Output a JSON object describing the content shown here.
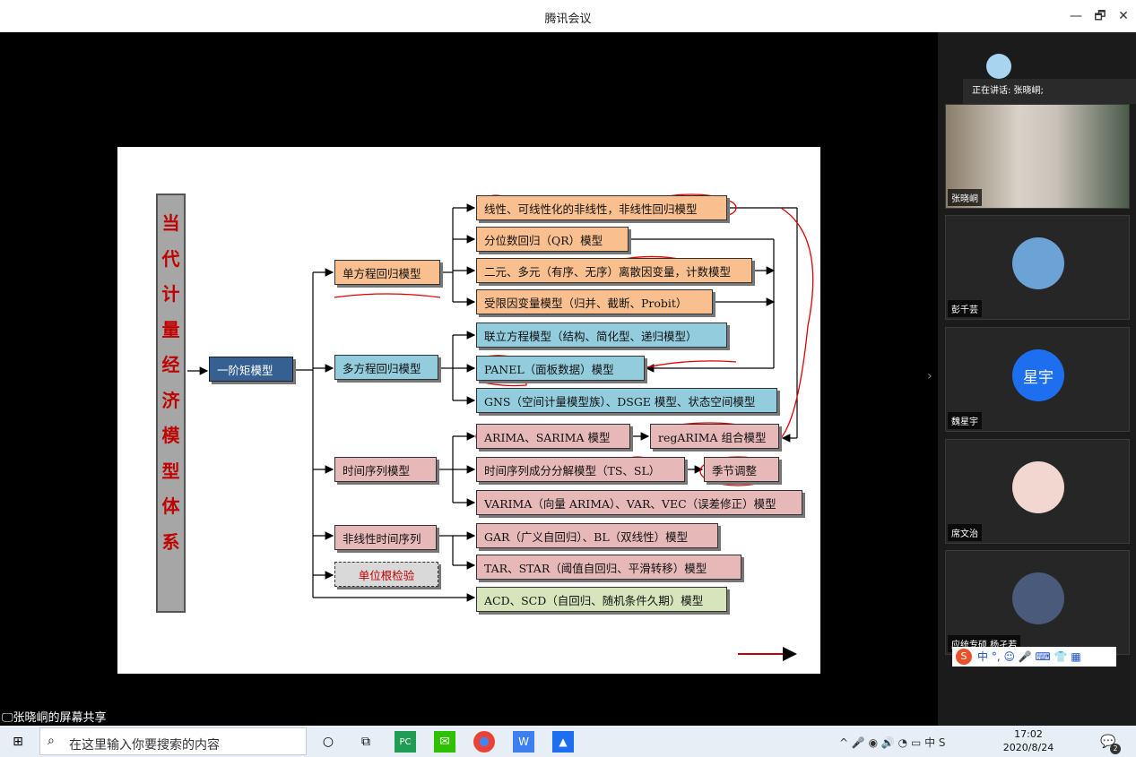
{
  "window": {
    "title": "腾讯会议",
    "minimize": "—",
    "restore": "🗗",
    "close": "✕"
  },
  "slide": {
    "vertical_title": [
      "当",
      "代",
      "计",
      "量",
      "经",
      "济",
      "模",
      "型",
      "体",
      "系"
    ],
    "root": "一阶矩模型",
    "categories": {
      "single": "单方程回归模型",
      "multi": "多方程回归模型",
      "ts": "时间序列模型",
      "nonlinear_ts": "非线性时间序列",
      "unit_root": "单位根检验"
    },
    "leaves": {
      "s1": "线性、可线性化的非线性，非线性回归模型",
      "s2": "分位数回归（QR）模型",
      "s3": "二元、多元（有序、无序）离散因变量，计数模型",
      "s4": "受限因变量模型（归并、截断、Probit）",
      "m1": "联立方程模型（结构、简化型、递归模型）",
      "m2": "PANEL（面板数据）模型",
      "m3": "GNS（空间计量模型族）、DSGE 模型、状态空间模型",
      "t1": "ARIMA、SARIMA 模型",
      "t1b": "regARIMA 组合模型",
      "t2": "时间序列成分分解模型（TS、SL）",
      "t2b": "季节调整",
      "t3": "VARIMA（向量 ARIMA）、VAR、VEC（误差修正）模型",
      "n1": "GAR（广义自回归）、BL（双线性）模型",
      "n2": "TAR、STAR（阈值自回归、平滑转移）模型",
      "acd": "ACD、SCD（自回归、随机条件久期）模型"
    }
  },
  "sidebar": {
    "speaking": "正在讲话: 张晓峒;",
    "participants": [
      {
        "name": "张晓峒",
        "avatar_color": "#7a6a55"
      },
      {
        "name": "彭千芸",
        "avatar_color": "#6ba3d6"
      },
      {
        "name": "魏星宇",
        "avatar_text": "星宇",
        "avatar_color": "#1e6ff0"
      },
      {
        "name": "席文治",
        "avatar_color": "#f2d6d0"
      },
      {
        "name": "应统专硕 杨孑若",
        "avatar_color": "#4a5a7a"
      }
    ],
    "ime": "中 °, ☺ 🎤 ⌨ 👕 ▦"
  },
  "share_label": "张晓峒的屏幕共享",
  "taskbar": {
    "search_placeholder": "在这里输入你要搜索的内容",
    "time": "17:02",
    "date": "2020/8/24",
    "notif_count": "2"
  }
}
